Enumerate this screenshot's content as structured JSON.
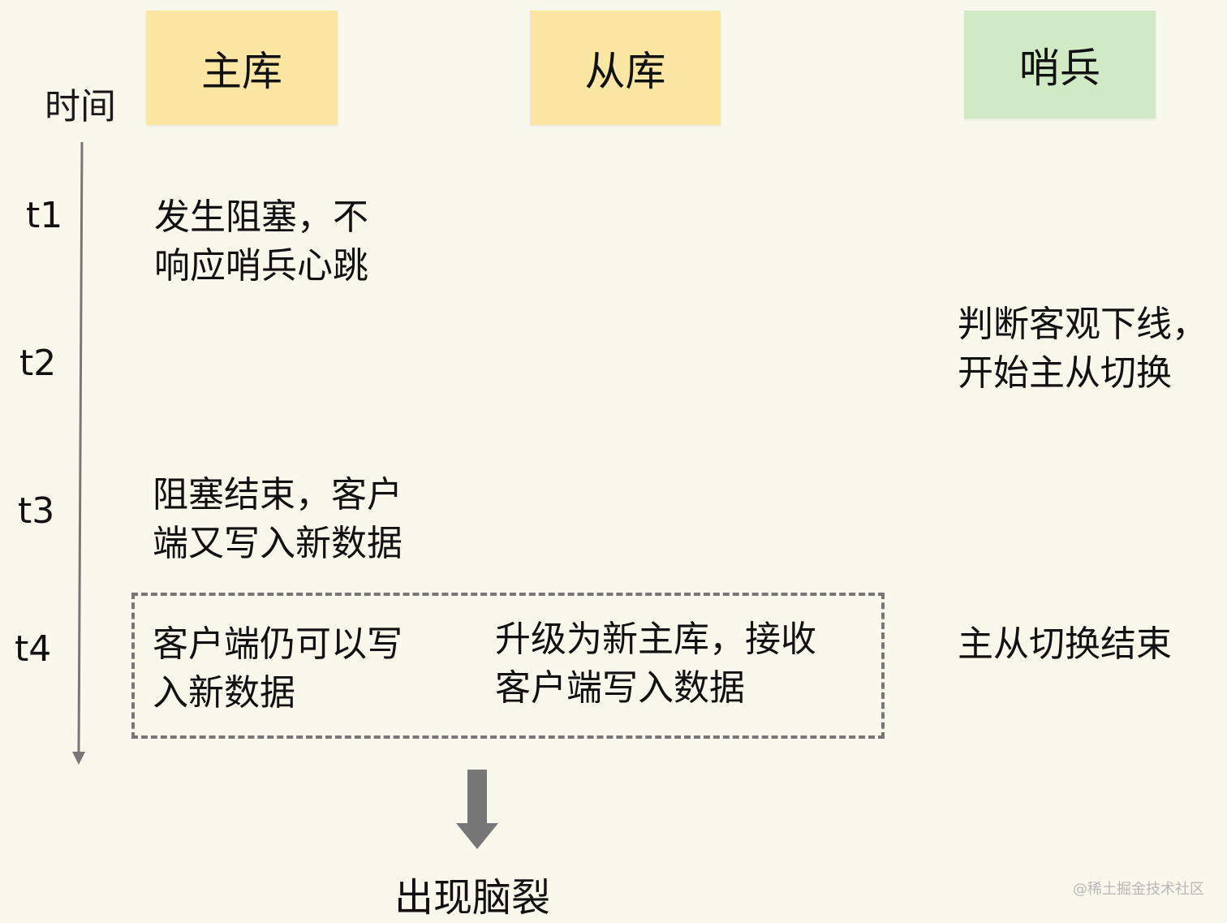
{
  "headers": {
    "master": "主库",
    "slave": "从库",
    "sentinel": "哨兵"
  },
  "time_axis": {
    "label": "时间",
    "ticks": [
      "t1",
      "t2",
      "t3",
      "t4"
    ]
  },
  "events": {
    "t1_master": [
      "发生阻塞，不",
      "响应哨兵心跳"
    ],
    "t2_sentinel": [
      "判断客观下线，",
      "开始主从切换"
    ],
    "t3_master": [
      "阻塞结束，客户",
      "端又写入新数据"
    ],
    "t4_master": [
      "客户端仍可以写",
      "入新数据"
    ],
    "t4_slave": [
      "升级为新主库，接收",
      "客户端写入数据"
    ],
    "t4_sentinel": [
      "主从切换结束"
    ]
  },
  "result": "出现脑裂",
  "watermark": "@稀土掘金技术社区",
  "colors": {
    "master_header": "#fbe6a2",
    "slave_header": "#fbe6a2",
    "sentinel_header": "#cfeac5",
    "background": "#f9f8ec",
    "arrow": "#777777"
  }
}
